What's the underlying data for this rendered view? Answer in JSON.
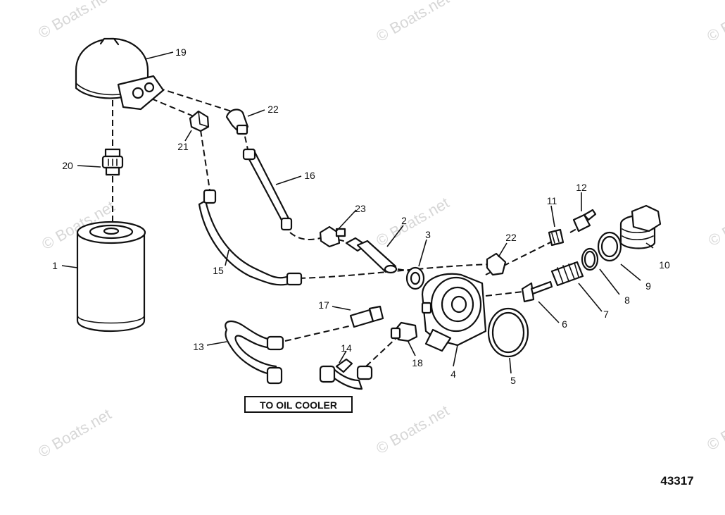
{
  "watermark": "© Boats.net",
  "callout": "TO OIL COOLER",
  "reference_number": "43317",
  "part_labels": [
    "1",
    "2",
    "3",
    "4",
    "5",
    "6",
    "7",
    "8",
    "9",
    "10",
    "11",
    "12",
    "13",
    "14",
    "15",
    "16",
    "17",
    "18",
    "19",
    "20",
    "21",
    "22",
    "22",
    "23"
  ]
}
